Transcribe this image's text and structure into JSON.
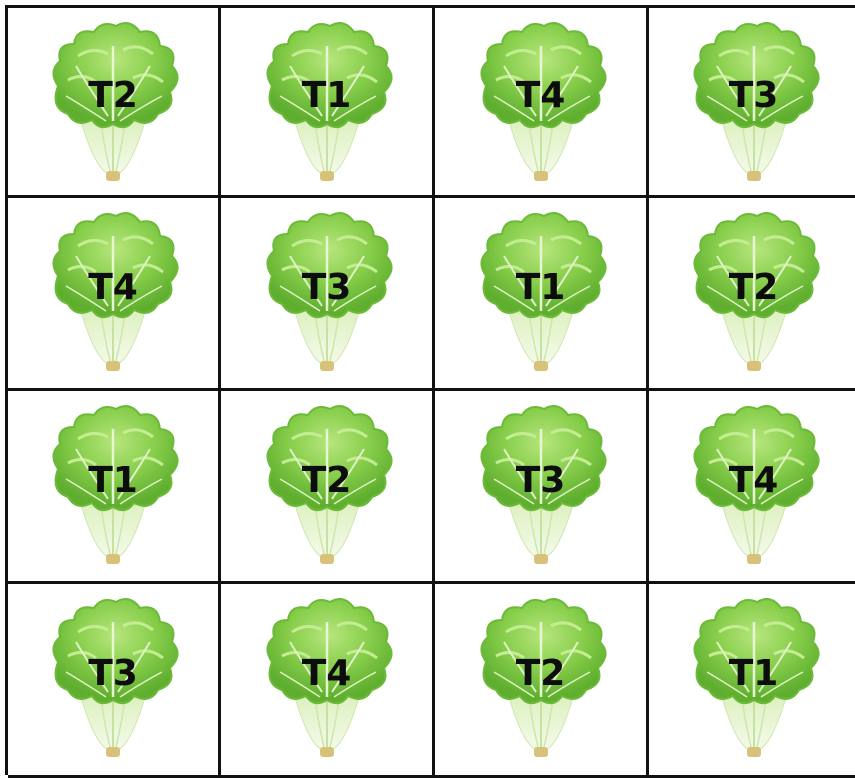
{
  "grid": {
    "rows": [
      [
        "T2",
        "T1",
        "T4",
        "T3"
      ],
      [
        "T4",
        "T3",
        "T1",
        "T2"
      ],
      [
        "T1",
        "T2",
        "T3",
        "T4"
      ],
      [
        "T3",
        "T4",
        "T2",
        "T1"
      ]
    ]
  },
  "icon": "lettuce-icon",
  "colors": {
    "leaf_light": "#a8e06a",
    "leaf_mid": "#7cc742",
    "leaf_dark": "#5aa82c",
    "stem": "#e8f4d8",
    "base": "#d8c27a",
    "grid_line": "#111111"
  }
}
